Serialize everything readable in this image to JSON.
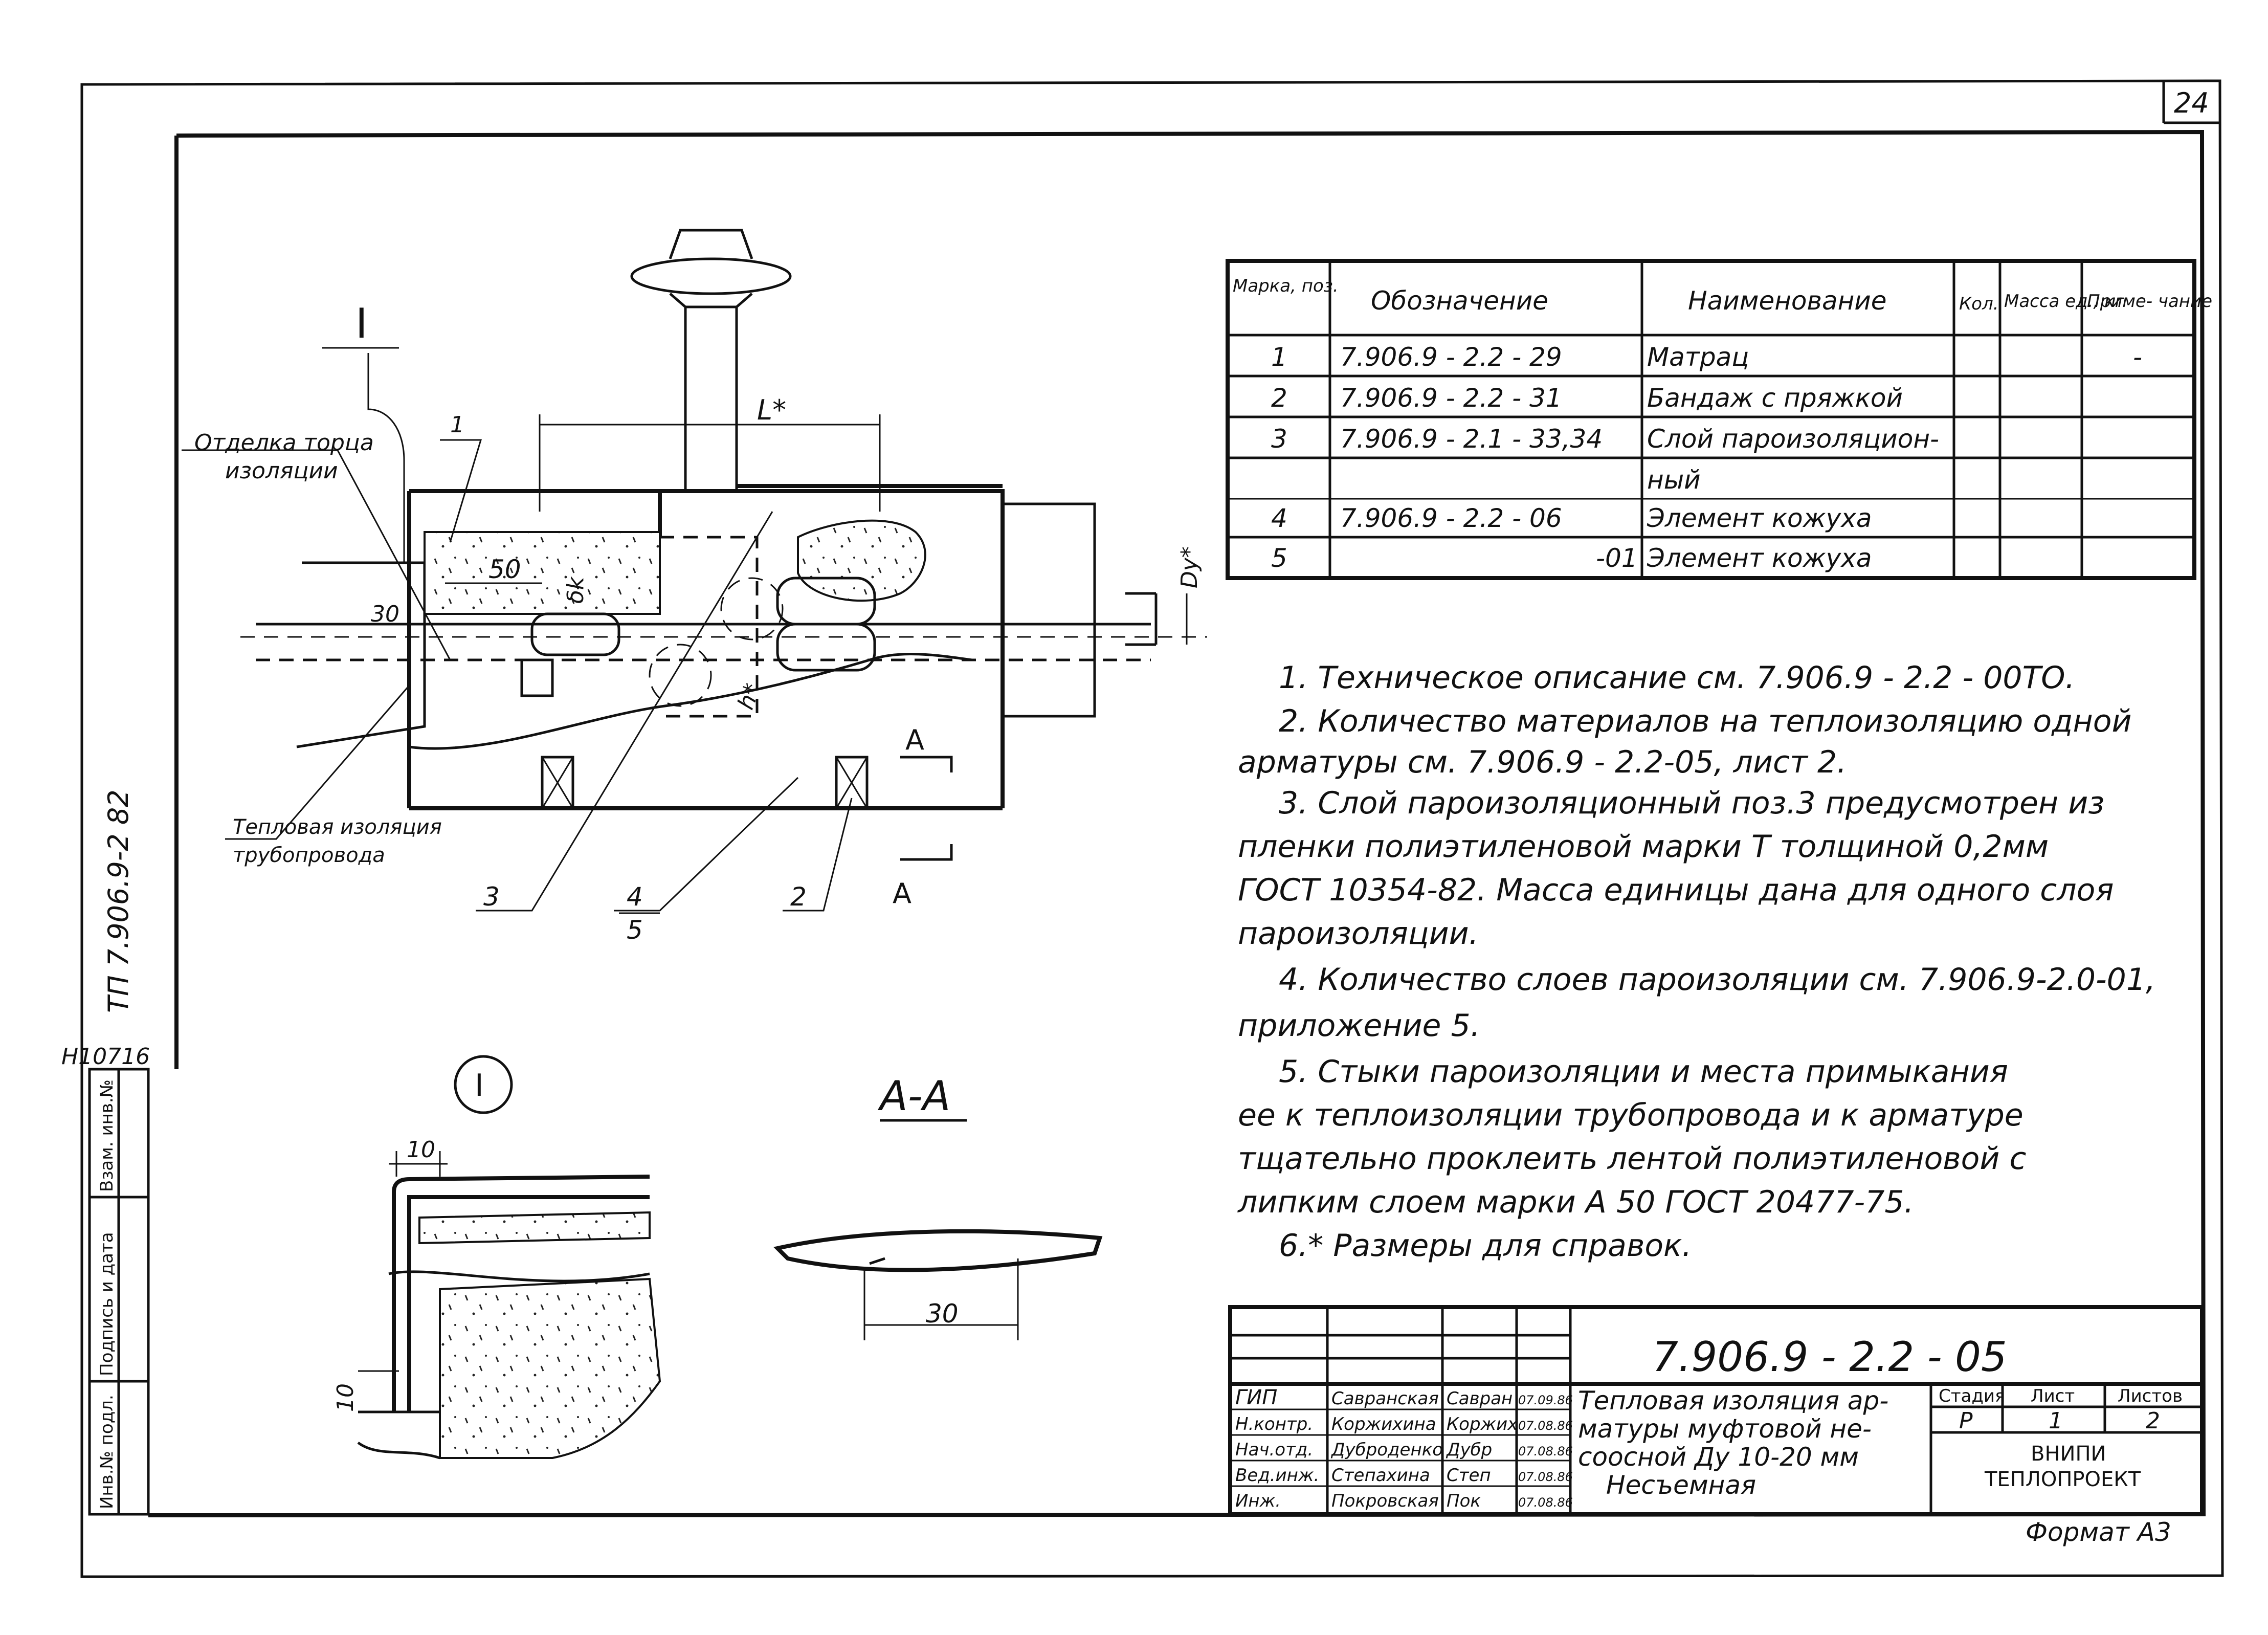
{
  "sheet_number": "24",
  "format_label": "Формат А3",
  "drawing_code_side": "ТП 7.906.9-2 82",
  "inv_number": "Н10716",
  "side_stamp": {
    "inv_podl": "Инв.№ подл.",
    "podpis_data": "Подпись и дата",
    "vzam_inv": "Взам. инв.№"
  },
  "callouts": {
    "detail_I": "I",
    "end_finish": [
      "Отделка торца",
      "изоляции"
    ],
    "pipe_insulation": [
      "Тепловая изоляция",
      "трубопровода"
    ],
    "pos1": "1",
    "pos2": "2",
    "pos3": "3",
    "pos4": "4",
    "pos5": "5",
    "dim_L": "L*",
    "dim_50": "50",
    "dim_30": "30",
    "dim_delta": "δk",
    "dim_h": "h*",
    "dim_Dy": "Dy*",
    "section_A": "А",
    "detail_view_label": "I",
    "section_view_label": "А-А",
    "detail_dim_10_top": "10",
    "detail_dim_10_left": "10",
    "section_dim_30": "30"
  },
  "spec_table": {
    "headers": [
      "Марка, поз.",
      "Обозначение",
      "Наименование",
      "Кол.",
      "Масса ед., кг",
      "Приме- чание"
    ],
    "rows": [
      [
        "1",
        "7.906.9 - 2.2 - 29",
        "Матрац",
        "",
        "",
        "-"
      ],
      [
        "2",
        "7.906.9 - 2.2 - 31",
        "Бандаж с пряжкой",
        "",
        "",
        ""
      ],
      [
        "3",
        "7.906.9 - 2.1 - 33,34",
        "Слой пароизоляцион-",
        "",
        "",
        ""
      ],
      [
        "",
        "",
        "ный",
        "",
        "",
        ""
      ],
      [
        "4",
        "7.906.9 - 2.2 - 06",
        "Элемент кожуха",
        "",
        "",
        ""
      ],
      [
        "5",
        "-01",
        "Элемент кожуха",
        "",
        "",
        ""
      ]
    ]
  },
  "notes": [
    "1. Техническое описание  см.  7.906.9 - 2.2 - 00ТО.",
    "2. Количество материалов на теплоизоляцию одной",
    "арматуры  см.  7.906.9 - 2.2-05, лист 2.",
    "3. Слой  пароизоляционный  поз.3  предусмотрен  из",
    "пленки полиэтиленовой  марки  Т  толщиной 0,2мм",
    "ГОСТ 10354-82. Масса  единицы  дана  для  одного слоя",
    "пароизоляции.",
    "4. Количество  слоев  пароизоляции  см. 7.906.9-2.0-01,",
    "приложение  5.",
    "5. Стыки  пароизоляции  и  места  примыкания",
    "ее  к теплоизоляции трубопровода  и к арматуре",
    "тщательно проклеить лентой полиэтиленовой с",
    "липким  слоем  марки А 50  ГОСТ 20477-75.",
    "6.* Размеры  для  справок."
  ],
  "title_block": {
    "designation": "7.906.9 - 2.2 - 05",
    "title_lines": [
      "Тепловая изоляция ар-",
      "матуры муфтовой не-",
      "соосной Ду 10-20 мм",
      "Несъемная"
    ],
    "stage_header": "Стадия",
    "sheet_header": "Лист",
    "sheets_header": "Листов",
    "stage_value": "Р",
    "sheet_value": "1",
    "sheets_value": "2",
    "org_line1": "ВНИПИ",
    "org_line2": "ТЕПЛОПРОЕКТ",
    "signatories": [
      {
        "role": "ГИП",
        "name": "Савранская",
        "sign": "Савран",
        "date": "07.09.86"
      },
      {
        "role": "Н.контр.",
        "name": "Коржихина",
        "sign": "Коржих",
        "date": "07.08.86"
      },
      {
        "role": "Нач.отд.",
        "name": "Дуброденко",
        "sign": "Дубр",
        "date": "07.08.86"
      },
      {
        "role": "Вед.инж.",
        "name": "Степахина",
        "sign": "Степ",
        "date": "07.08.86"
      },
      {
        "role": "Инж.",
        "name": "Покровская",
        "sign": "Пок",
        "date": "07.08.86"
      }
    ]
  }
}
